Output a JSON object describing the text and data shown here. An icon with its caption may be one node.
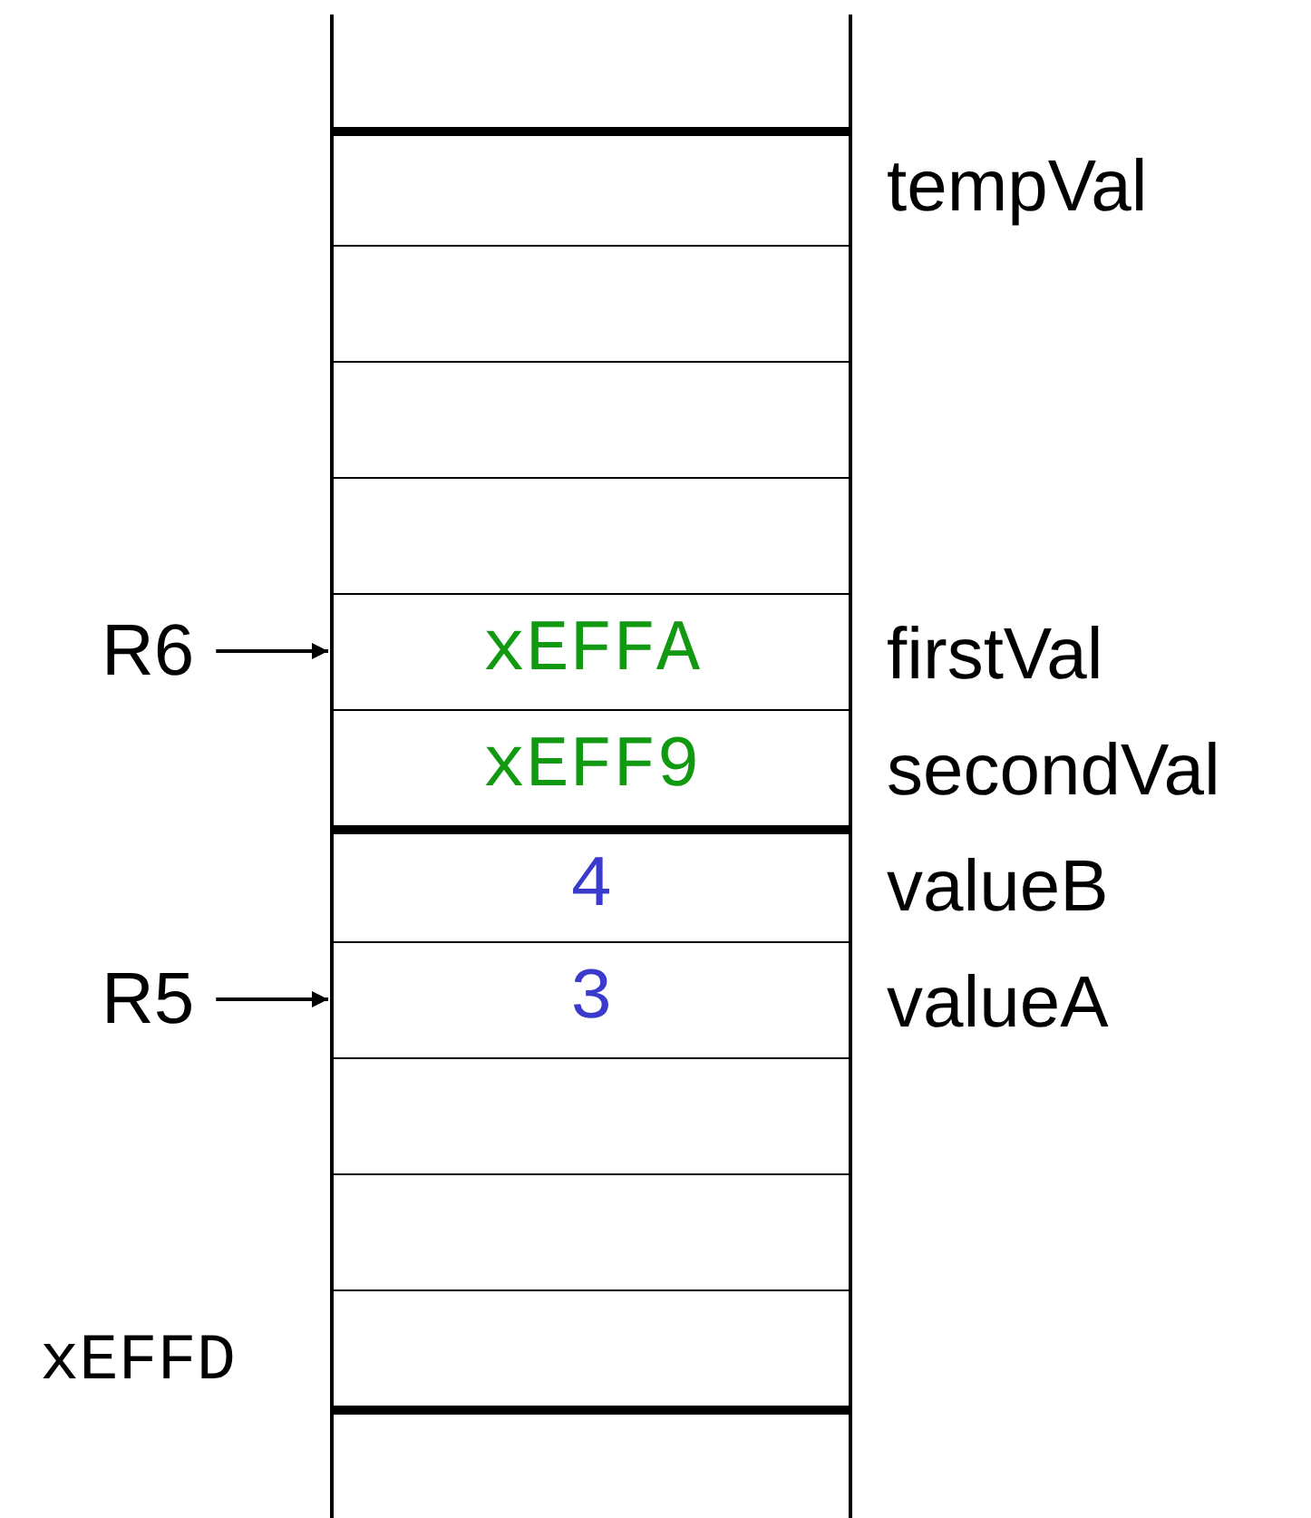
{
  "diagram": {
    "nodes": [
      {
        "text": [],
        "shape": "box"
      },
      {
        "text": [],
        "shape": "box",
        "beside": [
          "tempVal"
        ]
      },
      {
        "text": [],
        "shape": "box"
      },
      {
        "text": [],
        "shape": "box"
      },
      {
        "text": [],
        "shape": "box"
      },
      {
        "text": [
          "xEFFA"
        ],
        "beside": [
          "firstVal"
        ]
      },
      {
        "text": [
          "xEFF9"
        ],
        "beside": [
          "secondVal"
        ]
      },
      {
        "text": [
          "4"
        ],
        "beside": [
          "valueB"
        ]
      },
      {
        "text": [
          "3"
        ],
        "beside": [
          "valueA"
        ]
      },
      {
        "text": [],
        "shape": "box"
      },
      {
        "text": [],
        "shape": "box"
      },
      {
        "text": [],
        "shape": "box",
        "beside": [
          "xEFFD"
        ]
      },
      {
        "text": [],
        "shape": "box"
      },
      {
        "text": [
          "R6"
        ]
      },
      {
        "text": [
          "R5"
        ]
      }
    ],
    "edges": [
      {
        "from": 13,
        "to": 5,
        "arrow": "to"
      },
      {
        "from": 14,
        "to": 8,
        "arrow": "to"
      }
    ]
  }
}
